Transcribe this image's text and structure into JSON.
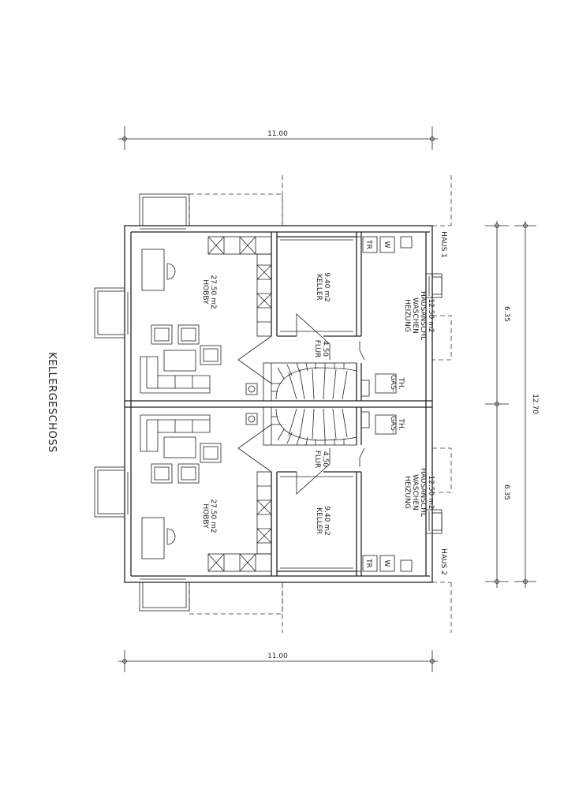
{
  "drawing": {
    "title": "KELLERGESCHOSS",
    "dimensions": {
      "width_top": "11.00",
      "width_bottom": "11.00",
      "depth_haus1": "6.35",
      "depth_haus2": "6.35",
      "depth_total": "12.70"
    },
    "haus1": {
      "label": "HAUS 1",
      "hobby_name": "HOBBY",
      "hobby_area": "27.50 m2",
      "keller_name": "KELLER",
      "keller_area": "9.40 m2",
      "heizung_line1": "HEIZUNG",
      "heizung_line2": "WASCHEN",
      "heizung_line3": "HAUSANSCHL",
      "heizung_area": "12.50 m2",
      "flur_name": "FLUR",
      "flur_area": "4.50",
      "gas_line1": "GAS-",
      "gas_line2": "TH.",
      "tr": "TR",
      "w": "W"
    },
    "haus2": {
      "label": "HAUS 2",
      "hobby_name": "HOBBY",
      "hobby_area": "27.50 m2",
      "keller_name": "KELLER",
      "keller_area": "9.40 m2",
      "heizung_line1": "HEIZUNG",
      "heizung_line2": "WASCHEN",
      "heizung_line3": "HAUSANSCHL",
      "heizung_area": "12.50 m2",
      "flur_name": "FLUR",
      "flur_area": "4.50",
      "gas_line1": "GAS-",
      "gas_line2": "TH.",
      "tr": "TR",
      "w": "W"
    }
  }
}
